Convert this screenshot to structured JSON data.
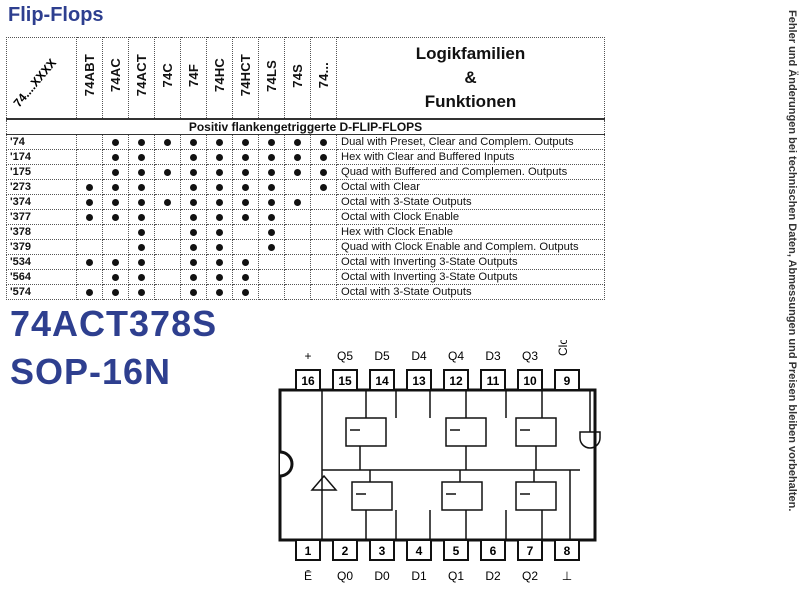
{
  "page_title": "Flip-Flops",
  "table": {
    "corner_label": "74....XXXX",
    "families": [
      "74ABT",
      "74AC",
      "74ACT",
      "74C",
      "74F",
      "74HC",
      "74HCT",
      "74LS",
      "74S",
      "74..."
    ],
    "header_function": {
      "line1": "Logikfamilien",
      "line2": "&",
      "line3": "Funktionen"
    },
    "section_title": "Positiv flankengetriggerte D-FLIP-FLOPS",
    "rows": [
      {
        "part": "'74",
        "dots": [
          false,
          true,
          true,
          true,
          true,
          true,
          true,
          true,
          true,
          true
        ],
        "function": "Dual with Preset, Clear and Complem. Outputs"
      },
      {
        "part": "'174",
        "dots": [
          false,
          true,
          true,
          false,
          true,
          true,
          true,
          true,
          true,
          true
        ],
        "function": "Hex with Clear and Buffered Inputs"
      },
      {
        "part": "'175",
        "dots": [
          false,
          true,
          true,
          true,
          true,
          true,
          true,
          true,
          true,
          true
        ],
        "function": "Quad with Buffered and Complemen. Outputs"
      },
      {
        "part": "'273",
        "dots": [
          true,
          true,
          true,
          false,
          true,
          true,
          true,
          true,
          false,
          true
        ],
        "function": "Octal with Clear"
      },
      {
        "part": "'374",
        "dots": [
          true,
          true,
          true,
          true,
          true,
          true,
          true,
          true,
          true,
          false
        ],
        "function": "Octal with 3-State Outputs"
      },
      {
        "part": "'377",
        "dots": [
          true,
          true,
          true,
          false,
          true,
          true,
          true,
          true,
          false,
          false
        ],
        "function": "Octal with Clock Enable"
      },
      {
        "part": "'378",
        "dots": [
          false,
          false,
          true,
          false,
          true,
          true,
          false,
          true,
          false,
          false
        ],
        "function": "Hex with Clock Enable"
      },
      {
        "part": "'379",
        "dots": [
          false,
          false,
          true,
          false,
          true,
          true,
          false,
          true,
          false,
          false
        ],
        "function": "Quad with Clock Enable and Complem. Outputs"
      },
      {
        "part": "'534",
        "dots": [
          true,
          true,
          true,
          false,
          true,
          true,
          true,
          false,
          false,
          false
        ],
        "function": "Octal with Inverting 3-State Outputs"
      },
      {
        "part": "'564",
        "dots": [
          false,
          true,
          true,
          false,
          true,
          true,
          true,
          false,
          false,
          false
        ],
        "function": "Octal with Inverting 3-State Outputs"
      },
      {
        "part": "'574",
        "dots": [
          true,
          true,
          true,
          false,
          true,
          true,
          true,
          false,
          false,
          false
        ],
        "function": "Octal with 3-State Outputs"
      }
    ]
  },
  "part_number": "74ACT378S",
  "package": "SOP-16N",
  "pinout": {
    "top_pins": [
      {
        "num": "16",
        "label": "+"
      },
      {
        "num": "15",
        "label": "Q5"
      },
      {
        "num": "14",
        "label": "D5"
      },
      {
        "num": "13",
        "label": "D4"
      },
      {
        "num": "12",
        "label": "Q4"
      },
      {
        "num": "11",
        "label": "D3"
      },
      {
        "num": "10",
        "label": "Q3"
      },
      {
        "num": "9",
        "label": "Clock"
      }
    ],
    "bottom_pins": [
      {
        "num": "1",
        "label": "Ē"
      },
      {
        "num": "2",
        "label": "Q0"
      },
      {
        "num": "3",
        "label": "D0"
      },
      {
        "num": "4",
        "label": "D1"
      },
      {
        "num": "5",
        "label": "Q1"
      },
      {
        "num": "6",
        "label": "D2"
      },
      {
        "num": "7",
        "label": "Q2"
      },
      {
        "num": "8",
        "label": "⊥"
      }
    ]
  },
  "disclaimer": "Fehler und Änderungen bei technischen Daten, Abmessungen und Preisen bleiben vorbehalten."
}
